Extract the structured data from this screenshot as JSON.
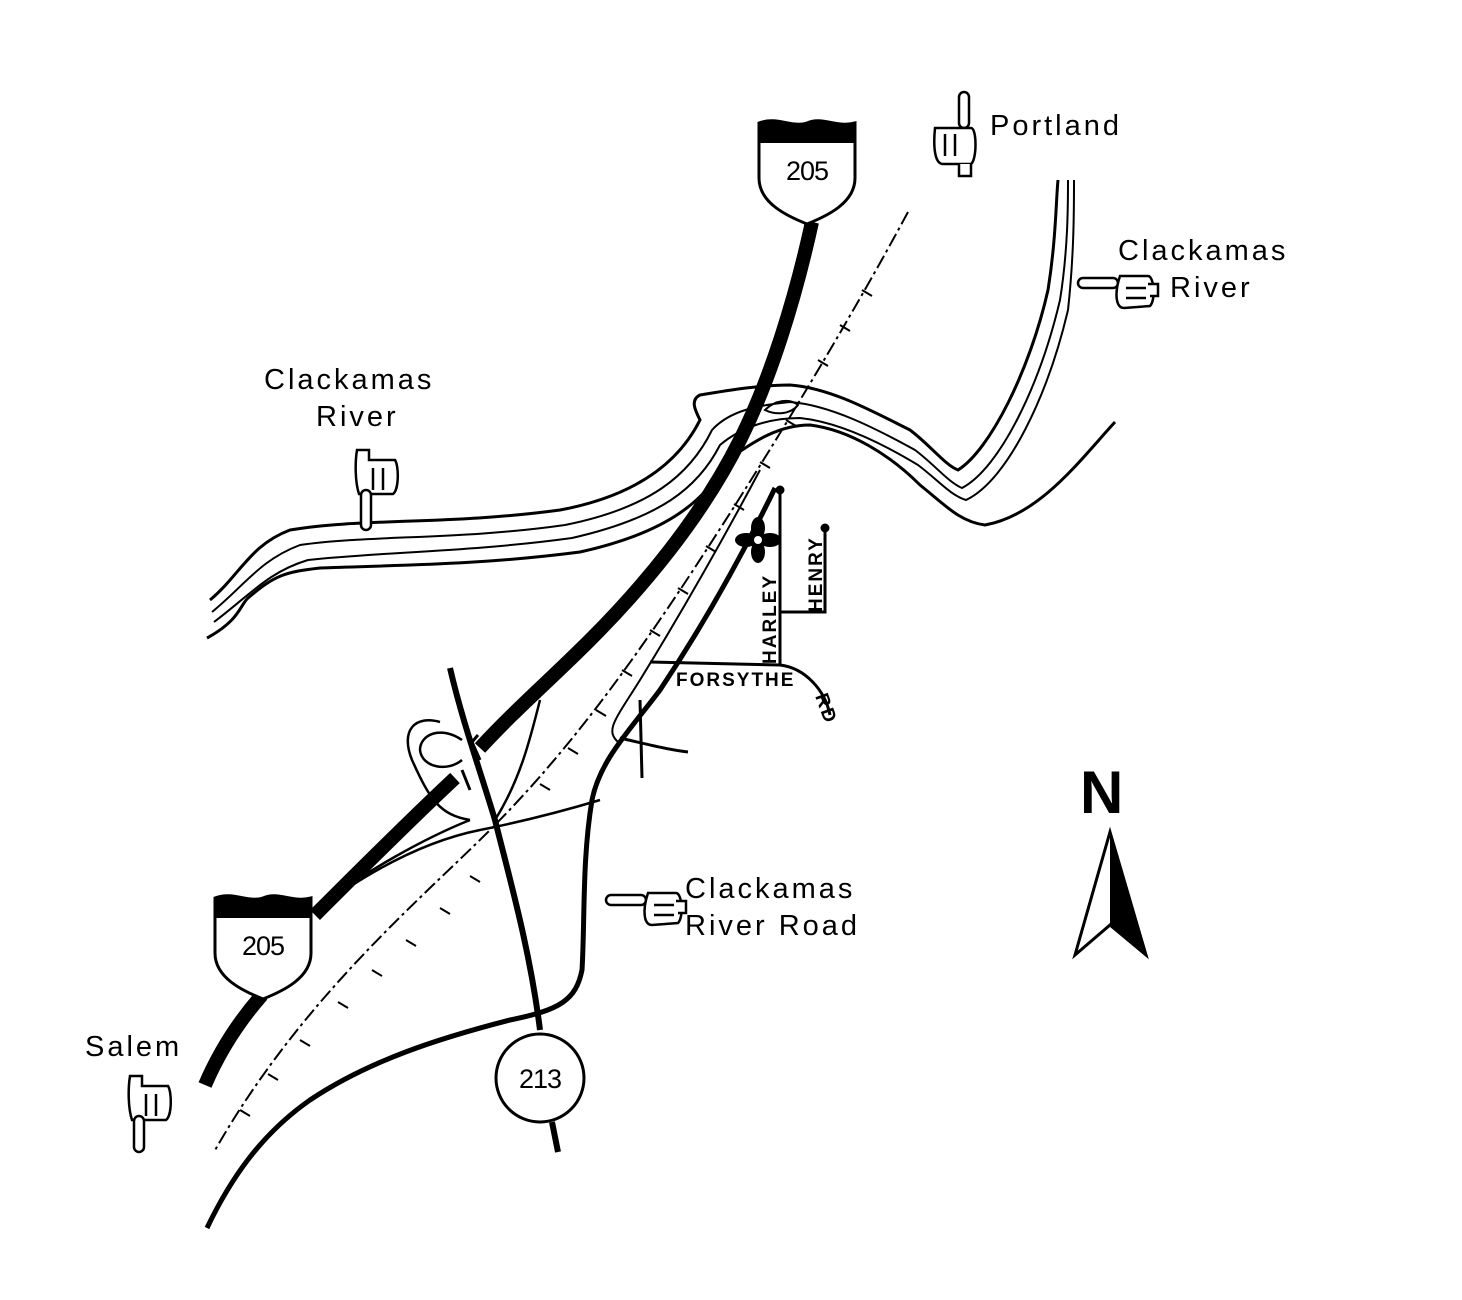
{
  "labels": {
    "portland": "Portland",
    "clackamas_river_ne_line1": "Clackamas",
    "clackamas_river_ne_line2": "River",
    "clackamas_river_w_line1": "Clackamas",
    "clackamas_river_w_line2": "River",
    "clackamas_river_road_line1": "Clackamas",
    "clackamas_river_road_line2": "River Road",
    "salem": "Salem"
  },
  "shields": {
    "i205_north": "205",
    "i205_south": "205",
    "or213": "213"
  },
  "streets": {
    "harley": "HARLEY",
    "henry": "HENRY",
    "forsythe": "FORSYTHE",
    "rd": "RD"
  },
  "compass": {
    "north_label": "N"
  },
  "colors": {
    "ink": "#000000",
    "paper": "#ffffff"
  },
  "icons": [
    "pointing-hand-up-icon",
    "pointing-hand-left-icon",
    "pointing-hand-down-icon",
    "location-star-icon",
    "north-arrow-icon"
  ]
}
